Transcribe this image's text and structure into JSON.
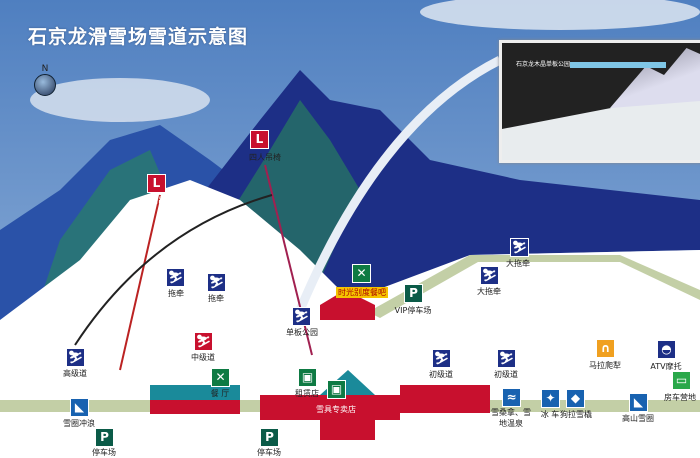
{
  "title": "石京龙滑雪场雪道示意图",
  "compass": "N",
  "inset": {
    "title": "石京龙木晶单板公园"
  },
  "labels": {
    "lift_left": "双人吊椅",
    "lift_right": "四人吊椅",
    "tow_1": "拖牵",
    "tow_2": "拖牵",
    "advanced": "高级道",
    "intermediate": "中级道",
    "snowpark": "单板公园",
    "restaurant_bar": "时光别度餐吧",
    "vip_parking": "VIP停车场",
    "big_tow_1": "大拖牵",
    "big_tow_2": "大拖牵",
    "beginner_1": "初级道",
    "beginner_2": "初级道",
    "snow_tube": "雪圈冲浪",
    "restaurant": "餐 厅",
    "rental": "租赁店",
    "gear_shop": "雪具专卖店",
    "parking_1": "停车场",
    "parking_2": "停车场",
    "sauna": "雪桑拿、雪地温泉",
    "ice_cart": "冰 车",
    "dog_sled": "狗拉雪橇",
    "horse_sled": "马拉爬犁",
    "atv": "ATV摩托",
    "rv_camp": "房车营地",
    "alpine_tube": "高山雪圈"
  },
  "colors": {
    "sky": "#5c86c4",
    "mountain_dark": "#1d2f86",
    "mountain_green": "#2a8a5a",
    "snow": "#ffffff",
    "road": "#c3cfa6",
    "building_red": "#c8102e"
  }
}
